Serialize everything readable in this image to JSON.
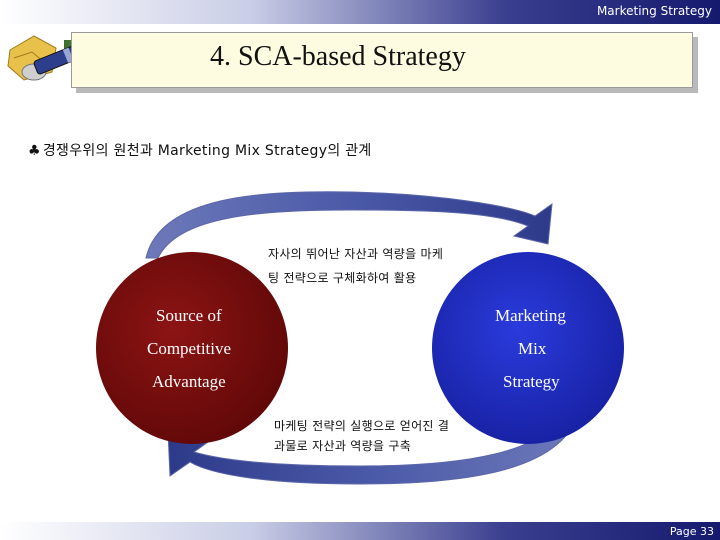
{
  "header": {
    "text": "Marketing Strategy"
  },
  "title": {
    "text": "4. SCA-based Strategy"
  },
  "logo": {
    "icon": "telescope-map-icon"
  },
  "subtitle": {
    "bullet": "♣",
    "text": "경쟁우위의 원천과 Marketing Mix Strategy의  관계"
  },
  "left_circle": {
    "lines": [
      "Source of",
      "Competitive",
      "Advantage"
    ],
    "color": "#7a0a0a"
  },
  "right_circle": {
    "lines": [
      "Marketing",
      "Mix",
      "Strategy"
    ],
    "color": "#1f2cc8"
  },
  "top_note": {
    "line1": "자사의 뛰어난 자산과 역량을 마케",
    "line2": "팅 전략으로 구체화하여 활용"
  },
  "bottom_note": {
    "line1": "마케팅 전략의 실행으로 얻어진 결",
    "line2": "과물로 자산과 역량을 구축"
  },
  "arrow_color": "#4b5aa8",
  "footer": {
    "page": "Page 33"
  }
}
